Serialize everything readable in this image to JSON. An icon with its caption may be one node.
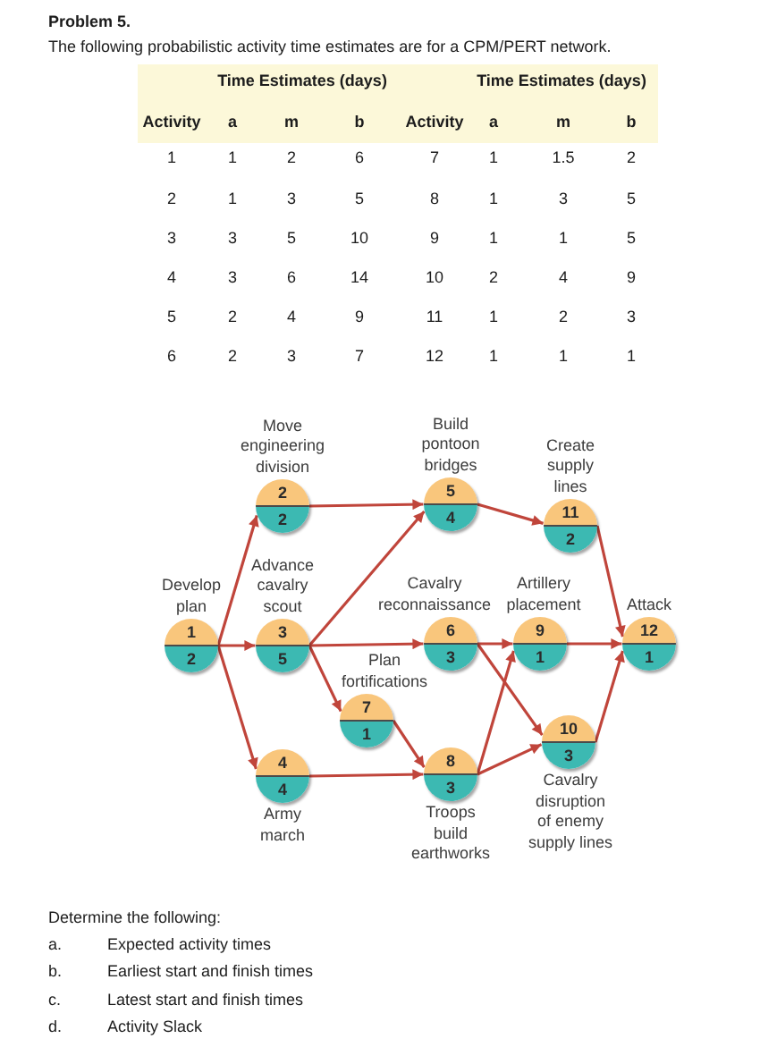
{
  "diagram": {
    "title": "Problem 5.",
    "nodes": [
      {
        "text": [
          "Develop plan",
          "1",
          "2"
        ]
      },
      {
        "text": [
          "Move engineering division",
          "2",
          "2"
        ]
      },
      {
        "text": [
          "Advance cavalry scout",
          "3",
          "5"
        ]
      },
      {
        "text": [
          "4",
          "4",
          "Army march"
        ]
      },
      {
        "text": [
          "Build pontoon bridges",
          "5",
          "4"
        ]
      },
      {
        "text": [
          "Cavalry reconnaissance",
          "6",
          "3"
        ]
      },
      {
        "text": [
          "Plan fortifications",
          "7",
          "1"
        ]
      },
      {
        "text": [
          "8",
          "3",
          "Troops build earthworks"
        ]
      },
      {
        "text": [
          "Artillery placement",
          "9",
          "1"
        ]
      },
      {
        "text": [
          "10",
          "3",
          "Cavalry disruption of enemy supply lines"
        ]
      },
      {
        "text": [
          "Create supply lines",
          "11",
          "2"
        ]
      },
      {
        "text": [
          "Attack",
          "12",
          "1"
        ]
      }
    ],
    "edges": [
      {
        "from": 0,
        "to": 1,
        "arrow": "to"
      },
      {
        "from": 0,
        "to": 2,
        "arrow": "to"
      },
      {
        "from": 0,
        "to": 3,
        "arrow": "to"
      },
      {
        "from": 1,
        "to": 4,
        "arrow": "to"
      },
      {
        "from": 2,
        "to": 4,
        "arrow": "to"
      },
      {
        "from": 2,
        "to": 5,
        "arrow": "to"
      },
      {
        "from": 2,
        "to": 6,
        "arrow": "to"
      },
      {
        "from": 3,
        "to": 7,
        "arrow": "to"
      },
      {
        "from": 4,
        "to": 10,
        "arrow": "to"
      },
      {
        "from": 5,
        "to": 8,
        "arrow": "to"
      },
      {
        "from": 5,
        "to": 9,
        "arrow": "to"
      },
      {
        "from": 6,
        "to": 7,
        "arrow": "to"
      },
      {
        "from": 7,
        "to": 8,
        "arrow": "to"
      },
      {
        "from": 7,
        "to": 9,
        "arrow": "to"
      },
      {
        "from": 8,
        "to": 11,
        "arrow": "to"
      },
      {
        "from": 9,
        "to": 11,
        "arrow": "to"
      },
      {
        "from": 10,
        "to": 11,
        "arrow": "to"
      }
    ],
    "labels": [
      "The following probabilistic activity time estimates are for a CPM/PERT network.",
      "Time Estimates (days)",
      "Time Estimates (days)",
      "Activity",
      "a",
      "m",
      "b",
      "Activity",
      "a",
      "m",
      "b",
      "1",
      "1",
      "2",
      "6",
      "7",
      "1",
      "1.5",
      "2",
      "2",
      "1",
      "3",
      "5",
      "8",
      "1",
      "3",
      "5",
      "3",
      "3",
      "5",
      "10",
      "9",
      "1",
      "1",
      "5",
      "4",
      "3",
      "6",
      "14",
      "10",
      "2",
      "4",
      "9",
      "5",
      "2",
      "4",
      "9",
      "11",
      "1",
      "2",
      "3",
      "6",
      "2",
      "3",
      "7",
      "12",
      "1",
      "1",
      "1",
      "Determine the following:",
      "a.",
      "Expected activity times",
      "b.",
      "Earliest start and finish times",
      "c.",
      "Latest start and finish times",
      "d.",
      "Activity Slack"
    ]
  }
}
